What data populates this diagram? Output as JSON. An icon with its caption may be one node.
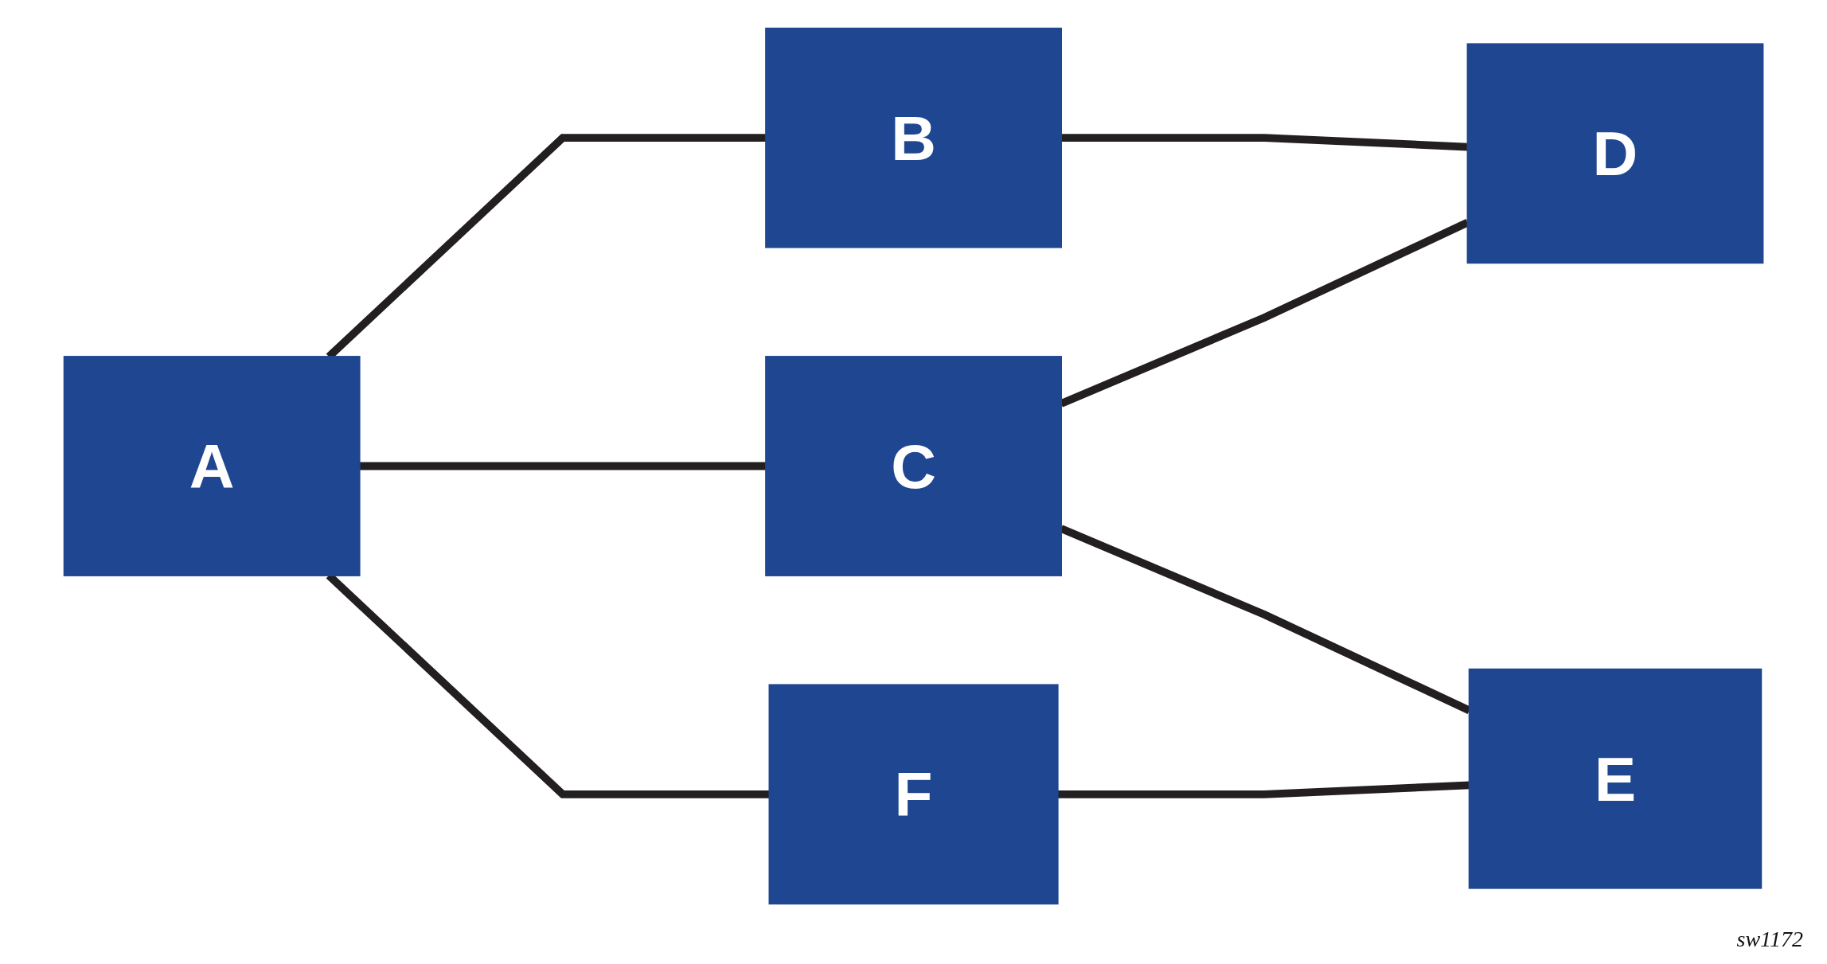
{
  "diagram": {
    "nodes": [
      {
        "text": [
          "A"
        ]
      },
      {
        "text": [
          "B"
        ]
      },
      {
        "text": [
          "C"
        ]
      },
      {
        "text": [
          "F"
        ]
      },
      {
        "text": [
          "D"
        ]
      },
      {
        "text": [
          "E"
        ]
      }
    ],
    "edges": [
      {
        "from": 0,
        "to": 1,
        "arrow": "none"
      },
      {
        "from": 0,
        "to": 2,
        "arrow": "none"
      },
      {
        "from": 0,
        "to": 3,
        "arrow": "none"
      },
      {
        "from": 1,
        "to": 4,
        "arrow": "none"
      },
      {
        "from": 2,
        "to": 4,
        "arrow": "none"
      },
      {
        "from": 2,
        "to": 5,
        "arrow": "none"
      },
      {
        "from": 3,
        "to": 5,
        "arrow": "none"
      }
    ],
    "labels": [
      "sw1172"
    ]
  }
}
